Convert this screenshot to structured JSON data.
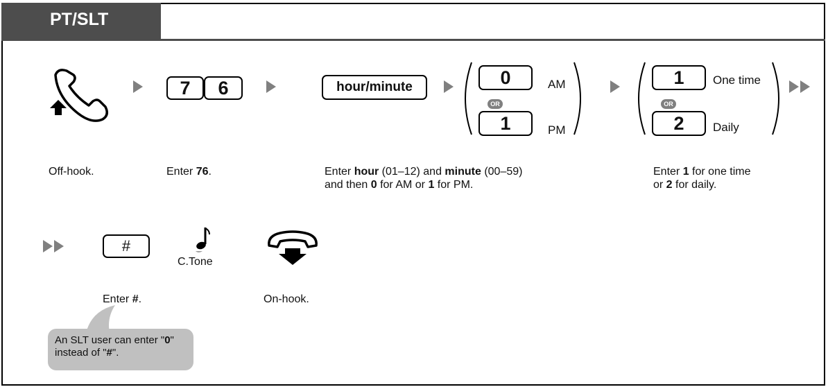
{
  "header": {
    "title": "PT/SLT"
  },
  "keys": {
    "code_1": "7",
    "code_2": "6",
    "hour_minute": "hour/minute",
    "am_key": "0",
    "am_label": "AM",
    "pm_key": "1",
    "pm_label": "PM",
    "or_label": "OR",
    "once_key": "1",
    "once_label": "One time",
    "daily_key": "2",
    "daily_label": "Daily",
    "hash_key": "#"
  },
  "tone_label": "C.Tone",
  "captions": {
    "off_hook": "Off-hook.",
    "enter_76_pre": "Enter ",
    "enter_76_bold": "76",
    "enter_76_post": ".",
    "time_1": "Enter ",
    "time_hour": "hour",
    "time_2": " (01–12) and ",
    "time_minute": "minute",
    "time_3": " (00–59)",
    "time_4": "and then ",
    "time_0": "0",
    "time_5": " for AM or ",
    "time_1b": "1",
    "time_6": " for PM.",
    "mode_1": "Enter ",
    "mode_b1": "1",
    "mode_2": " for one time",
    "mode_3": "or ",
    "mode_b2": "2",
    "mode_4": " for daily.",
    "hash_pre": "Enter ",
    "hash_bold": "#",
    "hash_post": ".",
    "on_hook": "On-hook."
  },
  "note": {
    "line1_pre": "An SLT user can enter \"",
    "line1_bold": "0",
    "line1_post": "\"",
    "line2_pre": "instead of \"",
    "line2_bold": "#",
    "line2_post": "\"."
  },
  "icons": {
    "off_hook": "off-hook-handset-icon",
    "on_hook": "on-hook-handset-icon",
    "tone": "music-note-icon"
  }
}
